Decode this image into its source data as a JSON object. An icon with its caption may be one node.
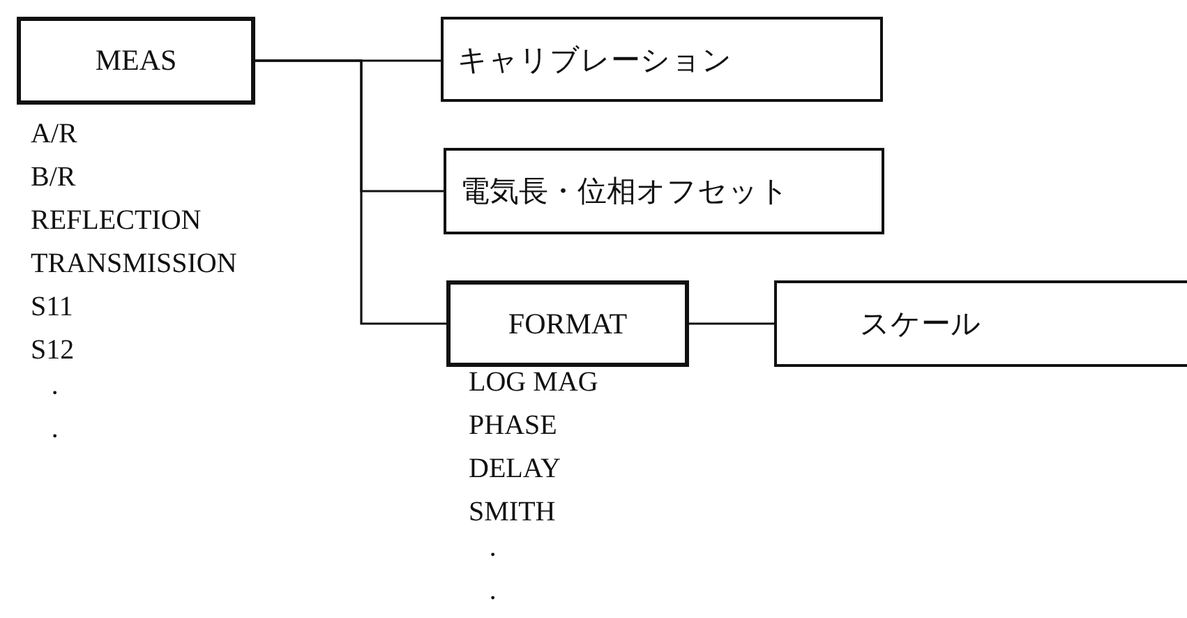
{
  "diagram": {
    "nodes": [
      {
        "text": [
          "MEAS"
        ],
        "beside": [
          "A/R",
          "B/R",
          "REFLECTION",
          "TRANSMISSION",
          "S11",
          "S12",
          "·",
          "·"
        ]
      },
      {
        "text": [
          "キャリブレーション"
        ]
      },
      {
        "text": [
          "電気長・位相オフセット"
        ]
      },
      {
        "text": [
          "FORMAT"
        ],
        "beside": [
          "LOG MAG",
          "PHASE",
          "DELAY",
          "SMITH",
          "·",
          "·"
        ]
      },
      {
        "text": [
          "スケール"
        ]
      }
    ],
    "edges": [
      {
        "from": 0,
        "to": 1,
        "arrow": "none"
      },
      {
        "from": 0,
        "to": 2,
        "arrow": "none"
      },
      {
        "from": 0,
        "to": 3,
        "arrow": "none"
      },
      {
        "from": 3,
        "to": 4,
        "arrow": "none"
      }
    ]
  }
}
